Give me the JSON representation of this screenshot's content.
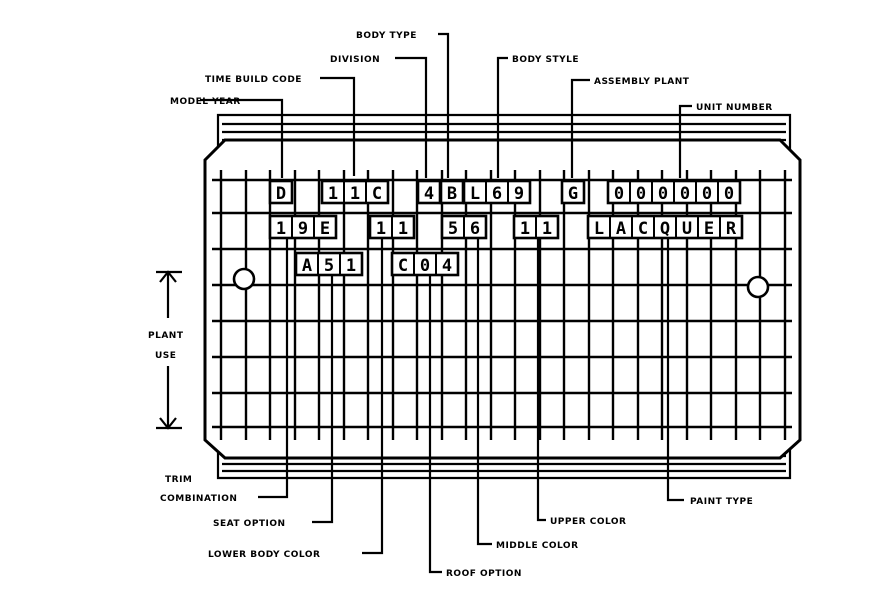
{
  "labels": {
    "body_type": "BODY TYPE",
    "division": "DIVISION",
    "body_style": "BODY STYLE",
    "time_build_code": "TIME BUILD CODE",
    "assembly_plant": "ASSEMBLY PLANT",
    "model_year": "MODEL YEAR",
    "unit_number": "UNIT NUMBER",
    "plant_use_1": "PLANT",
    "plant_use_2": "USE",
    "trim_1": "TRIM",
    "trim_2": "COMBINATION",
    "seat_option": "SEAT OPTION",
    "lower_body_color": "LOWER BODY COLOR",
    "roof_option": "ROOF OPTION",
    "middle_color": "MIDDLE COLOR",
    "upper_color": "UPPER COLOR",
    "paint_type": "PAINT TYPE"
  },
  "plate": {
    "row1": {
      "model_year": [
        "D"
      ],
      "time_build": [
        "1",
        "1",
        "C"
      ],
      "division": [
        "4"
      ],
      "body_type": [
        "B"
      ],
      "body_style": [
        "L",
        "6",
        "9"
      ],
      "assembly_plant": [
        "G"
      ],
      "unit_number": [
        "0",
        "0",
        "0",
        "0",
        "0",
        "0"
      ]
    },
    "row2": {
      "trim": [
        "1",
        "9",
        "E"
      ],
      "lower_color": [
        "1",
        "1"
      ],
      "middle_color": [
        "5",
        "6"
      ],
      "upper_color": [
        "1",
        "1"
      ],
      "paint_type": [
        "L",
        "A",
        "C",
        "Q",
        "U",
        "E",
        "R"
      ]
    },
    "row3": {
      "seat_option": [
        "A",
        "5",
        "1"
      ],
      "roof_option": [
        "C",
        "0",
        "4"
      ]
    }
  }
}
